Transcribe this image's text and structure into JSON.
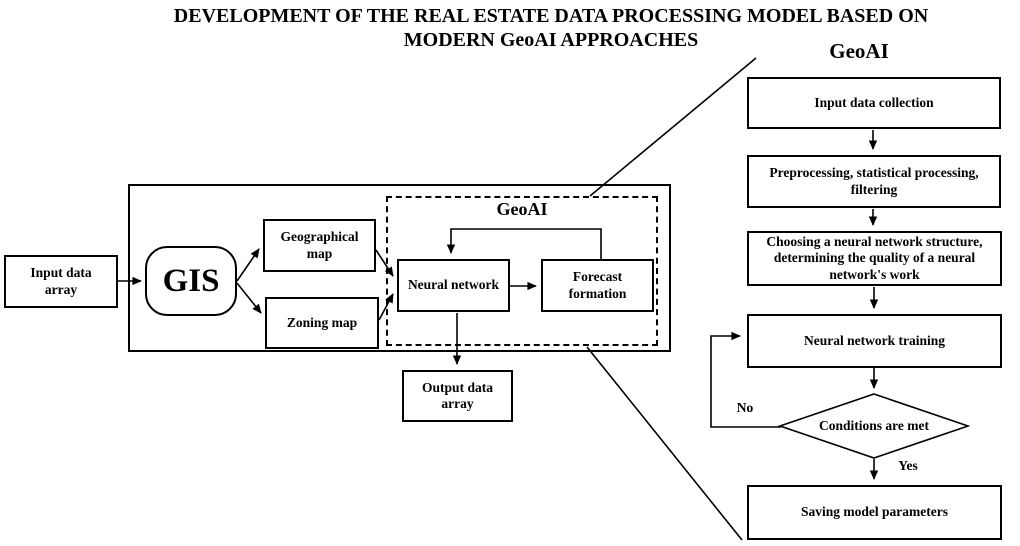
{
  "title": {
    "line1": "DEVELOPMENT OF THE REAL ESTATE DATA PROCESSING MODEL BASED ON",
    "line2": "MODERN GeoAI APPROACHES"
  },
  "pipeline": {
    "input_array": "Input data array",
    "gis": "GIS",
    "geographical_map": "Geographical map",
    "zoning_map": "Zoning map",
    "geoai_box_label": "GeoAI",
    "neural_network": "Neural network",
    "forecast_formation": "Forecast formation",
    "output_array": "Output data array"
  },
  "geoai_flow": {
    "header": "GeoAI",
    "steps": [
      {
        "label": "Input data collection"
      },
      {
        "label": "Preprocessing, statistical processing, filtering"
      },
      {
        "label": "Choosing a neural network structure, determining the quality of a neural network's work"
      },
      {
        "label": "Neural network training"
      },
      {
        "label": "Saving model parameters"
      }
    ],
    "decision": {
      "label": "Conditions are met",
      "no_label": "No",
      "yes_label": "Yes"
    }
  },
  "colors": {
    "ink": "#000000",
    "background": "#ffffff"
  }
}
